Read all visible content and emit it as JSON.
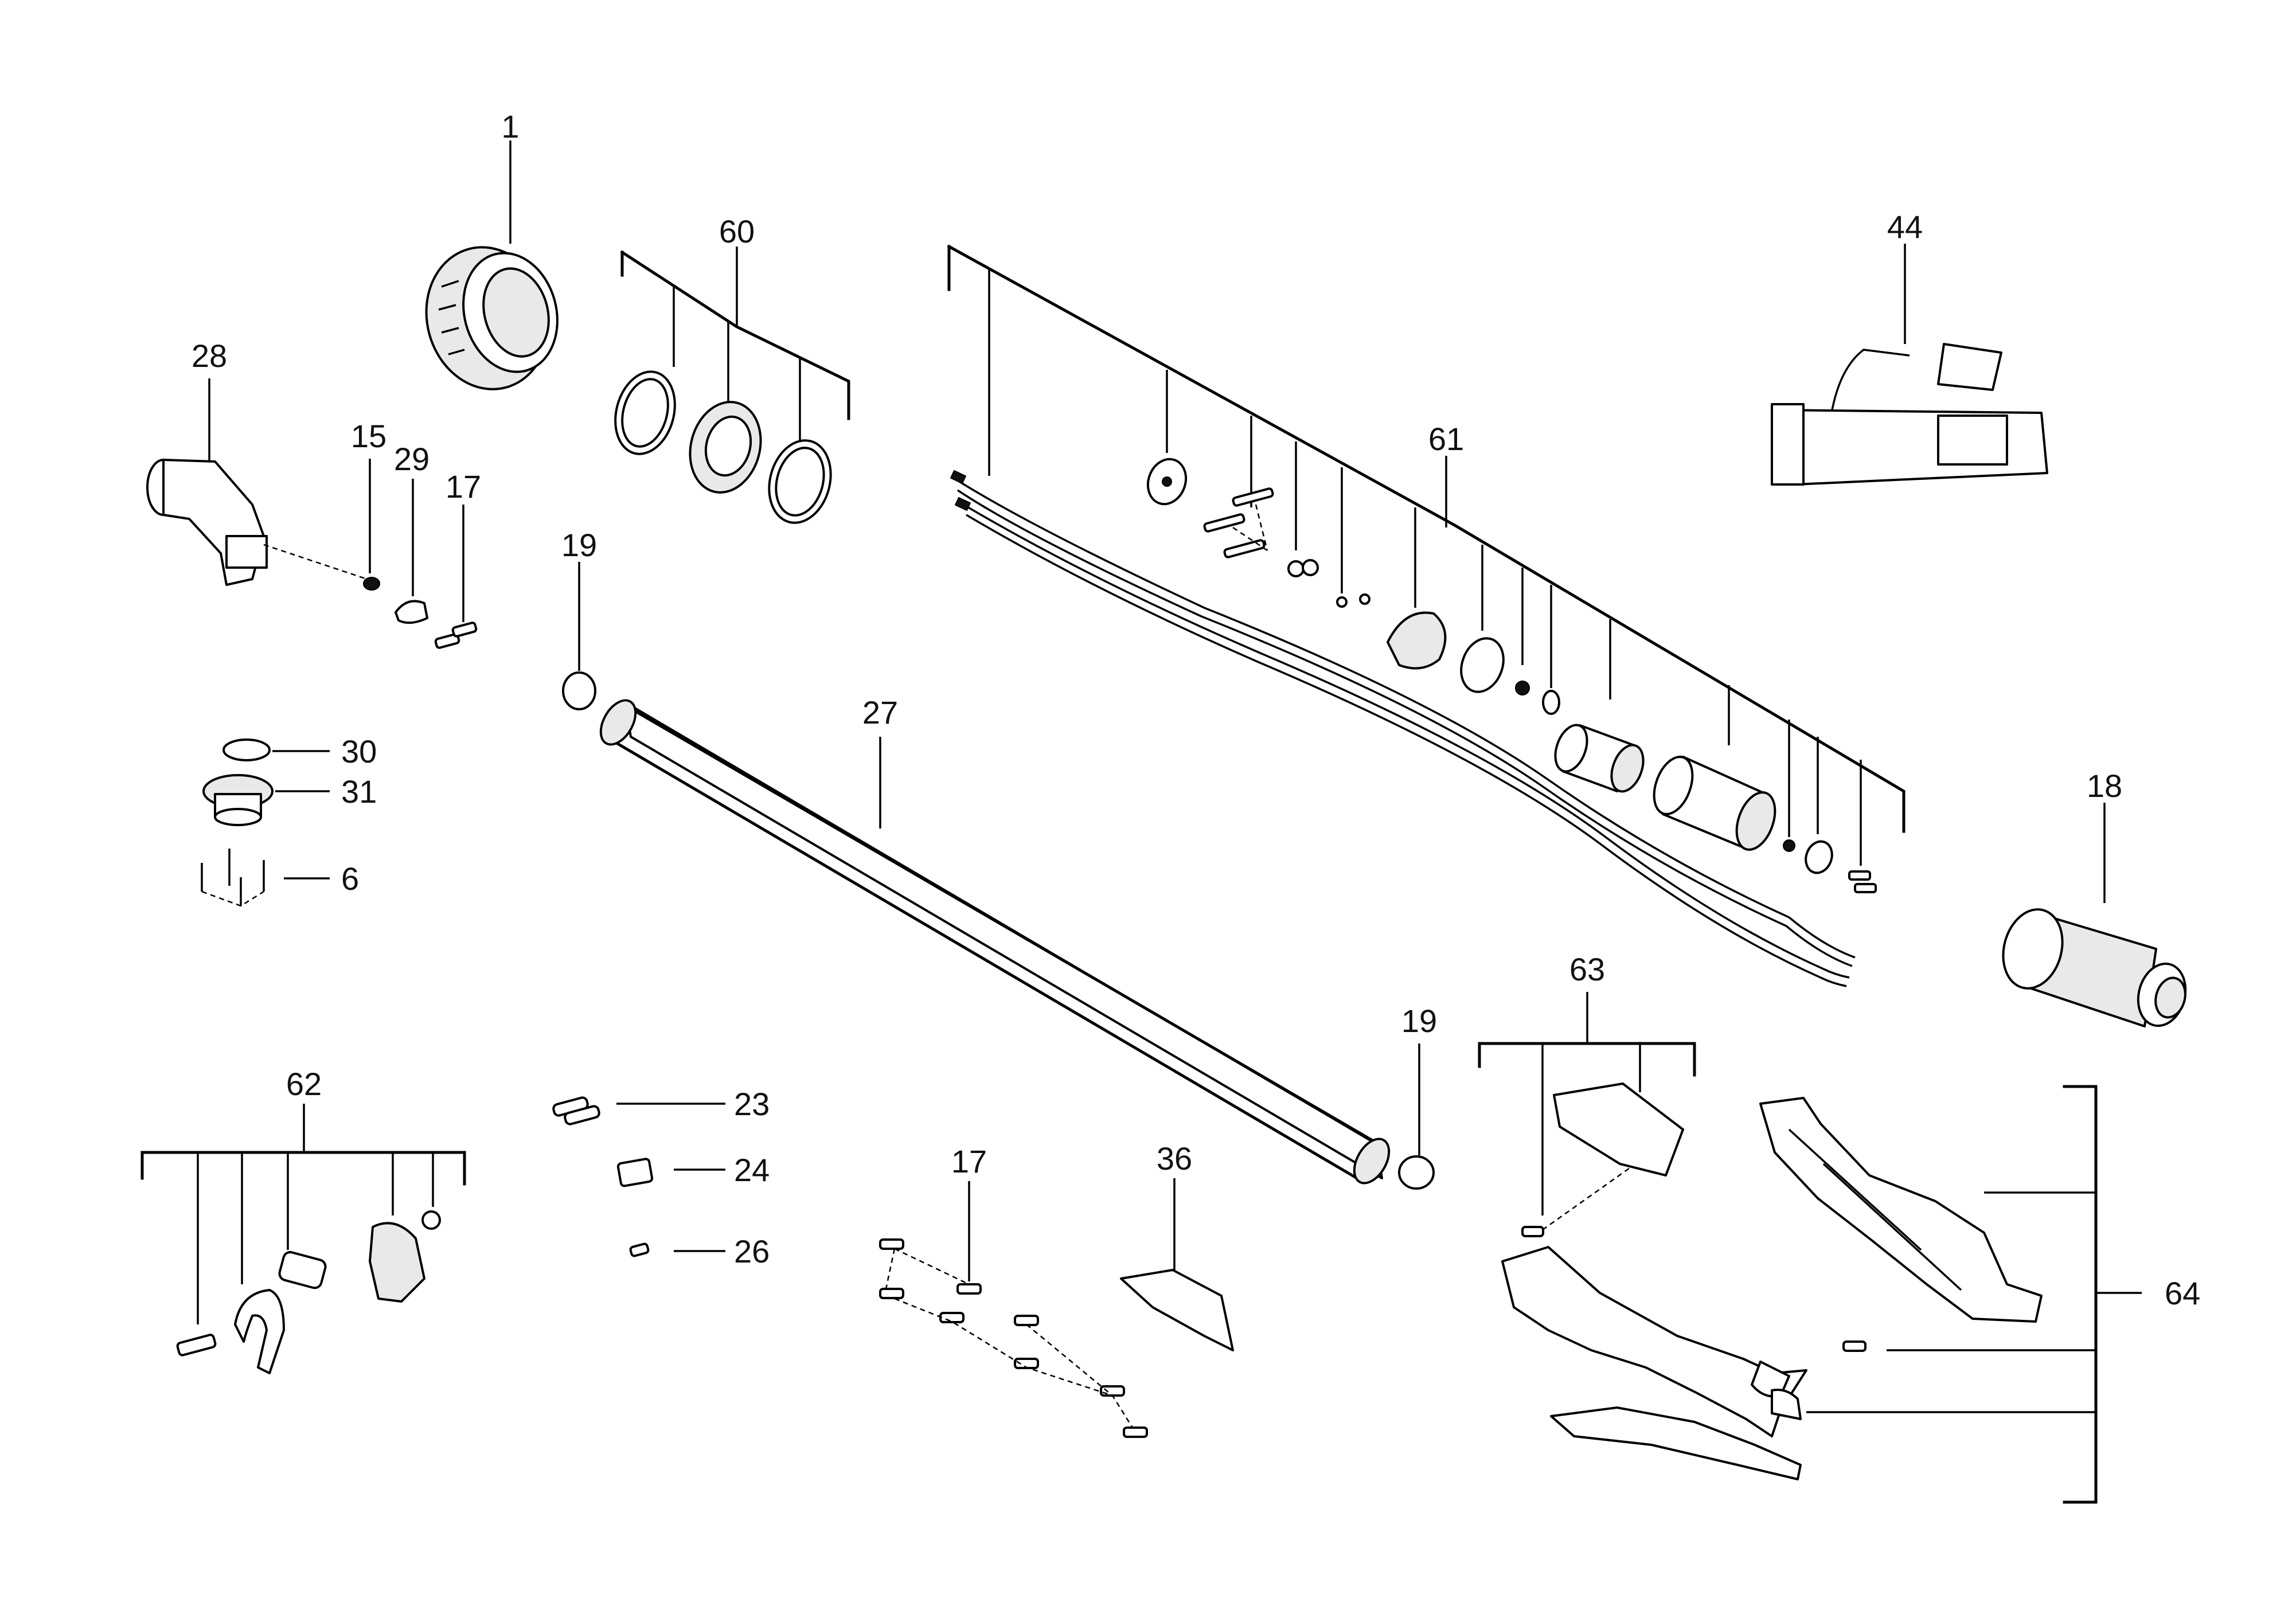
{
  "labels": {
    "p1": "1",
    "p6": "6",
    "p15": "15",
    "p17a": "17",
    "p17b": "17",
    "p18": "18",
    "p19a": "19",
    "p19b": "19",
    "p23": "23",
    "p24": "24",
    "p26": "26",
    "p27": "27",
    "p28": "28",
    "p29": "29",
    "p30": "30",
    "p31": "31",
    "p36": "36",
    "p44": "44",
    "p60": "60",
    "p61": "61",
    "p62": "62",
    "p63": "63",
    "p64": "64"
  }
}
